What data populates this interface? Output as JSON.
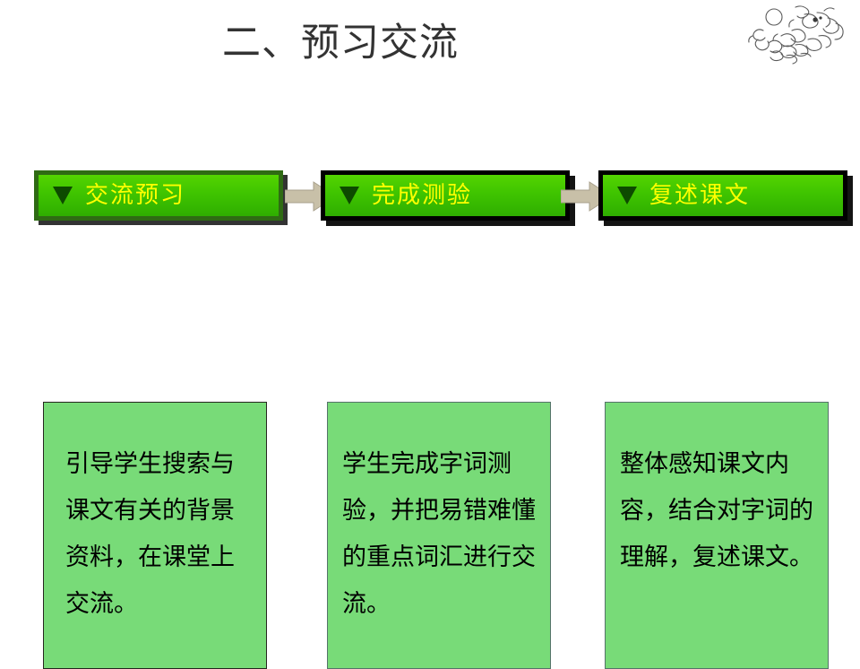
{
  "slide": {
    "title": "二、预习交流",
    "background_color": "#FFFFFF",
    "title_color": "#333333",
    "decor": {
      "name": "ink-sketch-decoration",
      "corner": "top-right"
    }
  },
  "theme": {
    "chip_green_top": "#54D400",
    "chip_green_bottom": "#2FAE00",
    "chip_border_dark": "#2F6B14",
    "chip_label_yellow": "#FFFF00",
    "panel_green": "#78DB78",
    "panel_border": "#33332F",
    "arrow_color": "#C8C0A8",
    "arrow_border": "#A09A86"
  },
  "flow": {
    "steps": [
      {
        "id": "step-1",
        "marker": "down-triangle-icon",
        "header": "交流预习",
        "body": "引导学生搜索与课文有关的背景资料，在课堂上交流。"
      },
      {
        "id": "step-2",
        "marker": "down-triangle-icon",
        "header": "完成测验",
        "body": "学生完成字词测验，并把易错难懂的重点词汇进行交流。"
      },
      {
        "id": "step-3",
        "marker": "down-triangle-icon",
        "header": "复述课文",
        "body": "整体感知课文内容，结合对字词的理解，复述课文。"
      }
    ],
    "connectors": [
      {
        "id": "arrow-1",
        "from": "step-1",
        "to": "step-2",
        "direction": "right"
      },
      {
        "id": "arrow-2",
        "from": "step-2",
        "to": "step-3",
        "direction": "right"
      }
    ]
  }
}
